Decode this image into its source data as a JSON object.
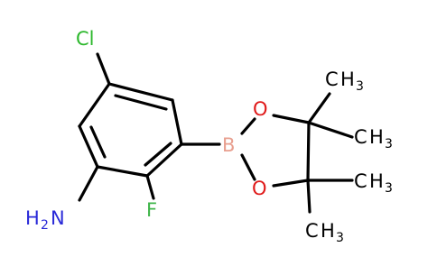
{
  "colors": {
    "bond": "#000000",
    "carbon_label": "#000000",
    "chlorine": "#2db82d",
    "fluorine": "#3fb54a",
    "nitrogen": "#2a2ad8",
    "oxygen": "#e01a1a",
    "boron": "#e89f8f",
    "background": "#ffffff"
  },
  "atoms": {
    "cl": "Cl",
    "f": "F",
    "n": "N",
    "n_h": "H",
    "n_sub": "2",
    "b": "B",
    "o_top": "O",
    "o_bottom": "O",
    "ch3_upper_right_c": "C",
    "ch3_upper_right_h": "H",
    "ch3_upper_right_n": "3",
    "ch3_right_c": "C",
    "ch3_right_h": "H",
    "ch3_right_n": "3",
    "ch3_lower_right_c": "C",
    "ch3_lower_right_h": "H",
    "ch3_lower_right_n": "3",
    "ch3_bottom_c": "C",
    "ch3_bottom_h": "H",
    "ch3_bottom_n": "3"
  }
}
